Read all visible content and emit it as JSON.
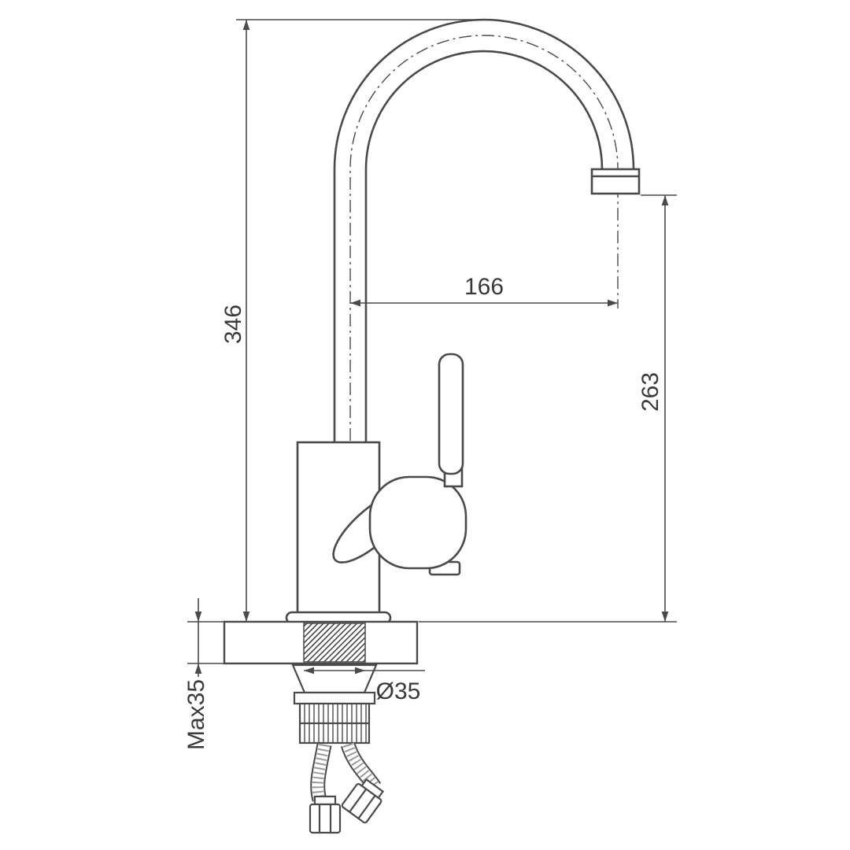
{
  "drawing": {
    "title": "kitchen-faucet-installation-dimensions",
    "labels": {
      "total_height": "346",
      "spout_reach": "166",
      "spout_outlet_height": "263",
      "max_mounting_thickness": "Max35",
      "hole_diameter": "Ø35"
    },
    "colors": {
      "line": "#4a4a4a",
      "text": "#3a3a3a",
      "background": "#ffffff"
    }
  }
}
